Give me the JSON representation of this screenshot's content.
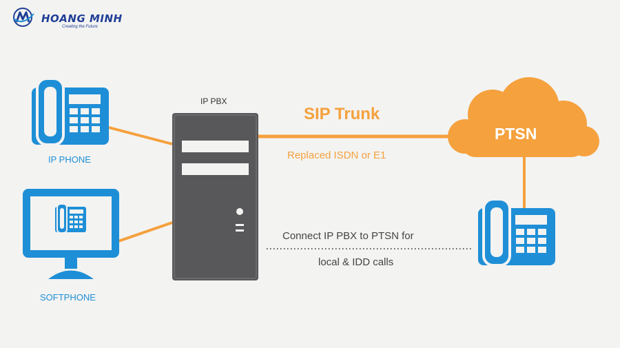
{
  "brand": {
    "name": "HOANG MINH",
    "tagline": "Creating the Future"
  },
  "nodes": {
    "ip_phone": "IP PHONE",
    "softphone": "SOFTPHONE",
    "ip_pbx": "IP PBX",
    "cloud": "PTSN"
  },
  "links": {
    "sip_trunk": "SIP Trunk",
    "sip_trunk_sub": "Replaced ISDN or E1",
    "note_line1": "Connect IP PBX to PTSN for",
    "note_line2": "local & IDD calls"
  },
  "colors": {
    "orange": "#f5a13d",
    "blue": "#1e8fd6",
    "server": "#58585a",
    "background": "#f3f3f2",
    "brand": "#1f3f95"
  }
}
